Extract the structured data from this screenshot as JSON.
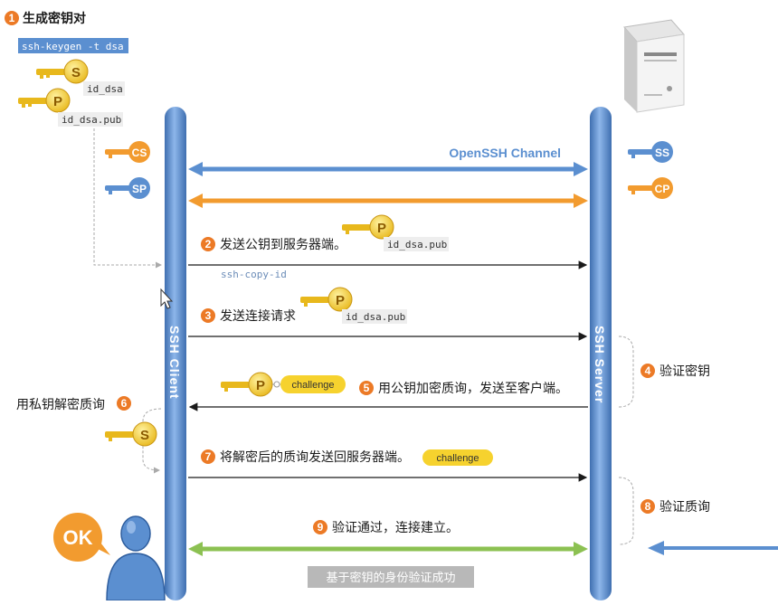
{
  "colors": {
    "blue": "#5b8fd0",
    "orange": "#f29b2f",
    "green": "#8cc152",
    "badge": "#ec7a26",
    "yellow": "#f6d22e",
    "gray_label": "#b8b8b8"
  },
  "step1": {
    "number": "1",
    "text": "生成密钥对",
    "command": "ssh-keygen -t dsa",
    "file_private": "id_dsa",
    "file_public": "id_dsa.pub"
  },
  "lifelines": {
    "client": "SSH Client",
    "server": "SSH Server"
  },
  "channel": {
    "label": "OpenSSH Channel"
  },
  "keys": {
    "client_secret": "CS",
    "client_public": "SP",
    "server_secret": "SS",
    "server_public": "CP",
    "private": "S",
    "public": "P"
  },
  "step2": {
    "number": "2",
    "text": "发送公钥到服务器端。",
    "file": "id_dsa.pub",
    "command": "ssh-copy-id"
  },
  "step3": {
    "number": "3",
    "text": "发送连接请求",
    "file": "id_dsa.pub"
  },
  "step4": {
    "number": "4",
    "text": "验证密钥"
  },
  "step5": {
    "number": "5",
    "text": "用公钥加密质询，发送至客户端。",
    "challenge": "challenge"
  },
  "step6": {
    "number": "6",
    "text": "用私钥解密质询"
  },
  "step7": {
    "number": "7",
    "text": "将解密后的质询发送回服务器端。",
    "challenge": "challenge"
  },
  "step8": {
    "number": "8",
    "text": "验证质询"
  },
  "step9": {
    "number": "9",
    "text": "验证通过，连接建立。"
  },
  "ok_label": "OK",
  "caption": "基于密钥的身份验证成功"
}
